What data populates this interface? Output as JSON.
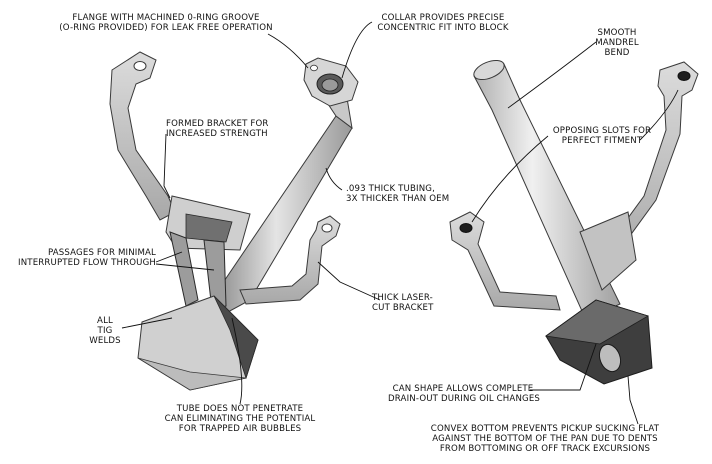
{
  "colors": {
    "background": "#ffffff",
    "part_light": "#e8e8e8",
    "part_mid": "#bdbdbd",
    "part_dark": "#6e6e6e",
    "part_shadow": "#3a3a3a",
    "text": "#111111",
    "leader": "#111111"
  },
  "labels": {
    "flange": [
      "FLANGE WITH MACHINED 0-RING GROOVE",
      "(O-RING PROVIDED) FOR LEAK FREE OPERATION"
    ],
    "collar": [
      "COLLAR PROVIDES PRECISE",
      "CONCENTRIC FIT INTO BLOCK"
    ],
    "mandrel": [
      "SMOOTH",
      "MANDREL",
      "BEND"
    ],
    "formed_bracket": [
      "FORMED BRACKET FOR",
      "INCREASED STRENGTH"
    ],
    "opposing_slots": [
      "OPPOSING SLOTS FOR",
      "PERFECT FITMENT"
    ],
    "tubing": [
      ".093 THICK TUBING,",
      "3X THICKER THAN OEM"
    ],
    "passages": [
      "PASSAGES FOR MINIMAL",
      "INTERRUPTED FLOW THROUGH"
    ],
    "laser_bracket": [
      "THICK LASER-",
      "CUT BRACKET"
    ],
    "tig": [
      "ALL",
      "TIG",
      "WELDS"
    ],
    "can_shape": [
      "CAN SHAPE ALLOWS COMPLETE",
      "DRAIN-OUT DURING OIL CHANGES"
    ],
    "tube_penetrate": [
      "TUBE DOES NOT PENETRATE",
      "CAN ELIMINATING THE POTENTIAL",
      "FOR TRAPPED AIR BUBBLES"
    ],
    "convex_bottom": [
      "CONVEX BOTTOM PREVENTS PICKUP SUCKING FLAT",
      "AGAINST THE BOTTOM OF THE PAN DUE TO DENTS",
      "FROM BOTTOMING OR OFF TRACK EXCURSIONS"
    ]
  }
}
